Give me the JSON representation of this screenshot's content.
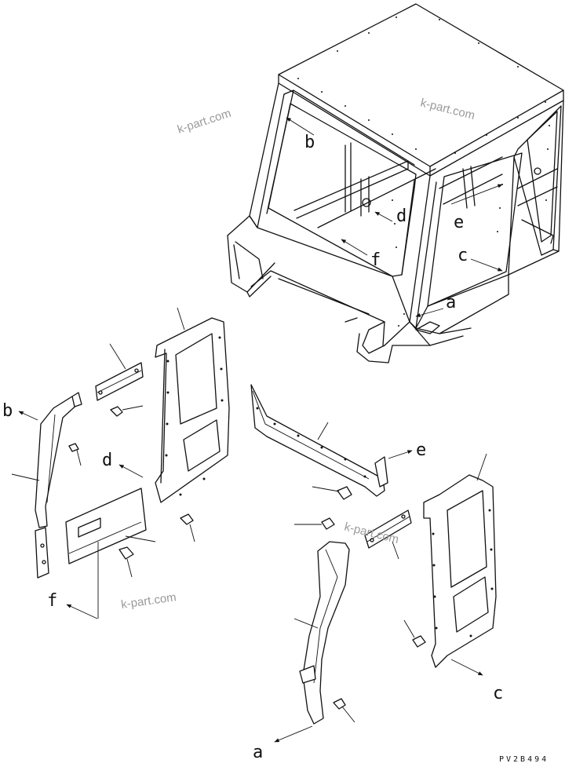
{
  "callout_labels": {
    "a_top": "a",
    "b_top": "b",
    "c_top": "c",
    "d_top": "d",
    "e_top": "e",
    "f_top": "f",
    "b_left": "b",
    "d_left": "d",
    "f_left": "f",
    "e_right": "e",
    "c_right": "c",
    "a_bottom": "a"
  },
  "watermarks": {
    "wm1": "k-part.com",
    "wm2": "k-part.com",
    "wm3": "k-part.com",
    "wm4": "k-part.com"
  },
  "drawing_code": "PV2B494"
}
